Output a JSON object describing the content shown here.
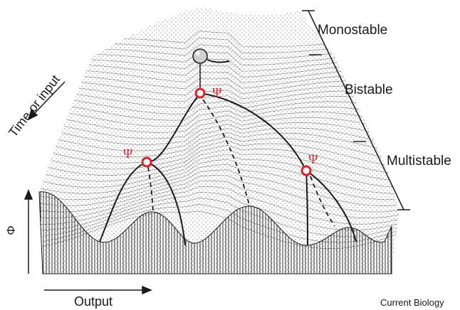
{
  "labels": {
    "monostable": "Monostable",
    "bistable": "Bistable",
    "multistable": "Multistable",
    "time_or_input": "Time or input",
    "phi": "Φ",
    "output": "Output",
    "source": "Current Biology",
    "psi": "Ψ"
  },
  "colors": {
    "ink": "#1a1a1a",
    "accent": "#d6262e",
    "background": "#ffffff"
  },
  "branch_points": [
    {
      "label": "Ψ",
      "role": "first bifurcation"
    },
    {
      "label": "Ψ",
      "role": "left bifurcation"
    },
    {
      "label": "Ψ",
      "role": "right bifurcation"
    }
  ]
}
